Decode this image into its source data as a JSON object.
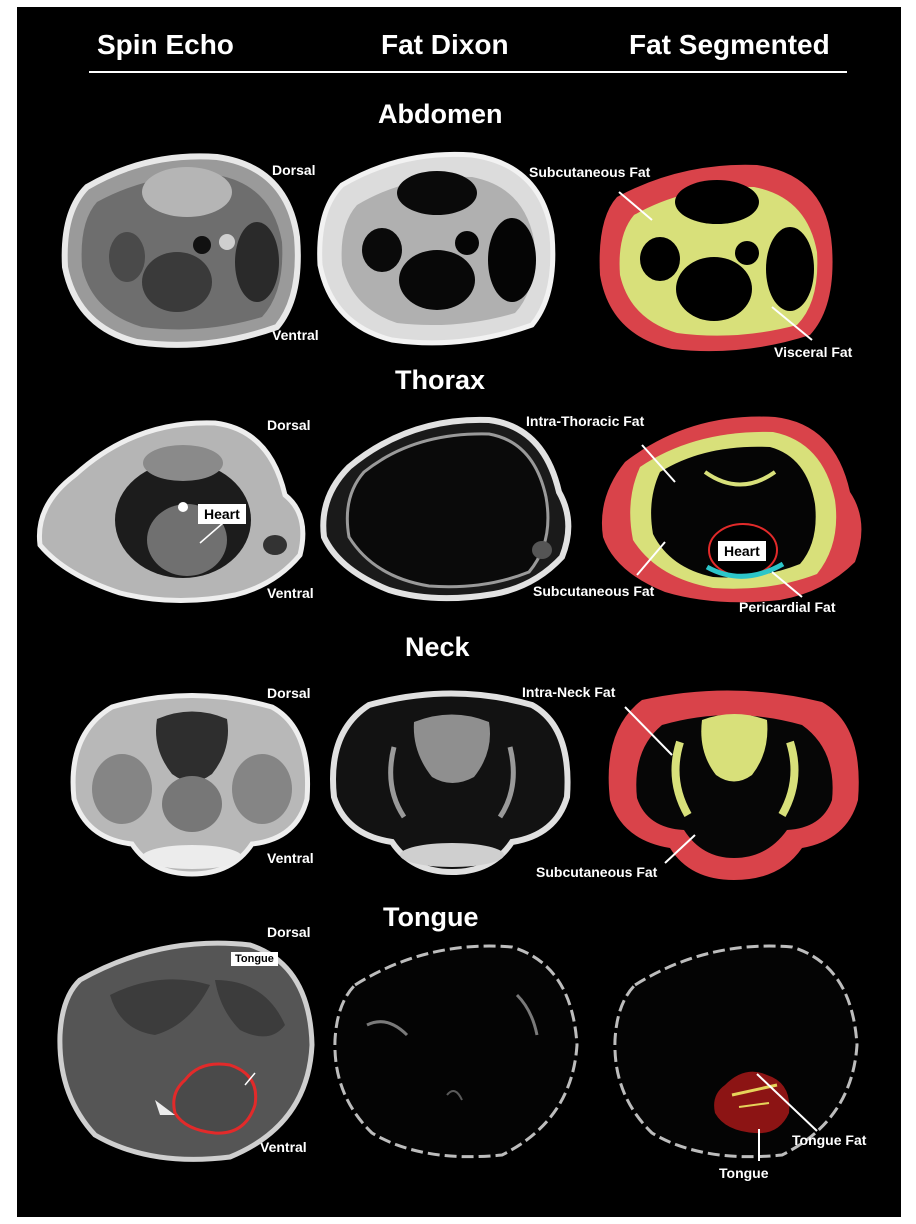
{
  "columns": [
    "Spin Echo",
    "Fat Dixon",
    "Fat Segmented"
  ],
  "sections": [
    {
      "title": "Abdomen",
      "dorsal": "Dorsal",
      "ventral": "Ventral",
      "labels": [
        "Subcutaneous Fat",
        "Visceral Fat"
      ]
    },
    {
      "title": "Thorax",
      "dorsal": "Dorsal",
      "ventral": "Ventral",
      "heart_se": "Heart",
      "heart_seg": "Heart",
      "labels": [
        "Intra-Thoracic Fat",
        "Subcutaneous Fat",
        "Pericardial Fat"
      ]
    },
    {
      "title": "Neck",
      "dorsal": "Dorsal",
      "ventral": "Ventral",
      "labels": [
        "Intra-Neck Fat",
        "Subcutaneous Fat"
      ]
    },
    {
      "title": "Tongue",
      "dorsal": "Dorsal",
      "ventral": "Ventral",
      "tongue_se": "Tongue",
      "labels": [
        "Tongue Fat",
        "Tongue"
      ]
    }
  ],
  "colors": {
    "subcutaneous": "#d9434a",
    "visceral": "#d8e07a",
    "pericardial": "#2cc6c9",
    "outline": "#e22a2a"
  }
}
